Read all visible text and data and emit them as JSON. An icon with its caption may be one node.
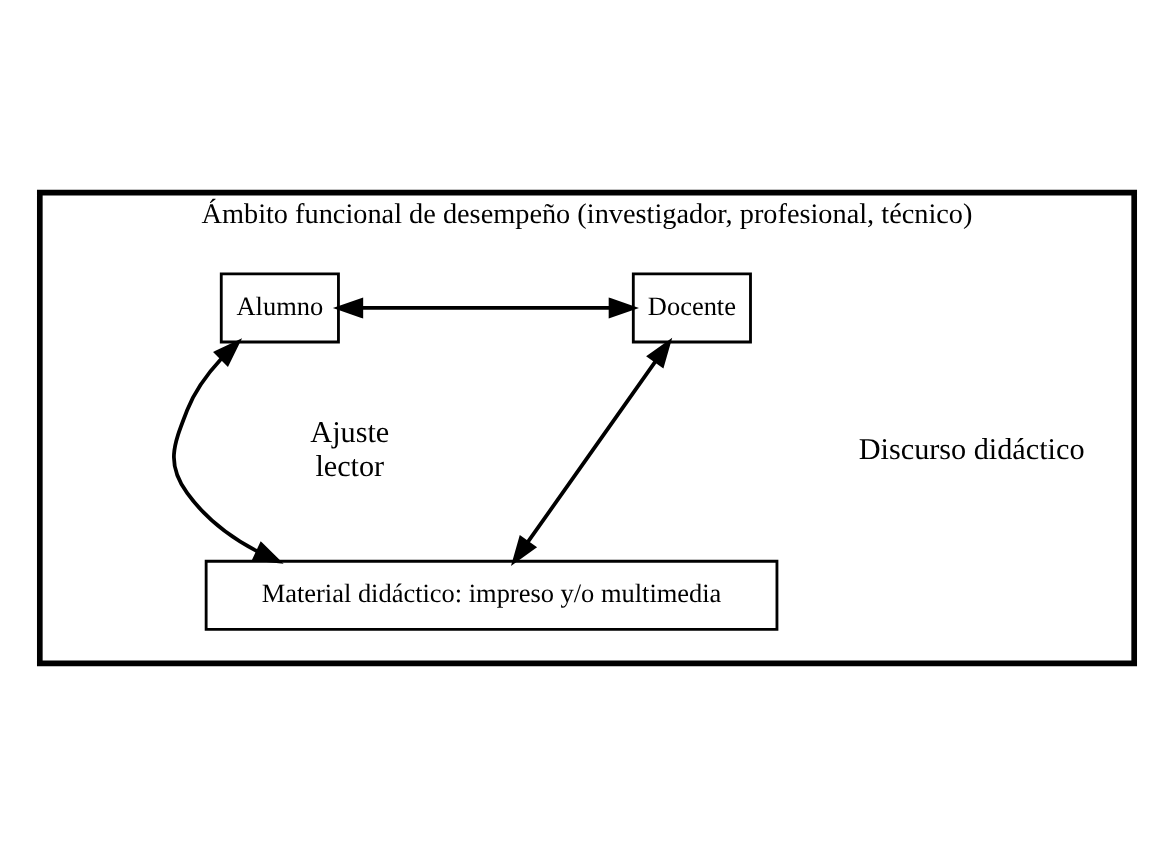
{
  "diagram": {
    "nodes": [
      {
        "text": [
          "Ámbito funcional de desempeño (investigador, profesional, técnico)"
        ]
      },
      {
        "text": [
          "Docente"
        ],
        "in": 0
      },
      {
        "text": [
          "Alumno"
        ],
        "in": 0
      },
      {
        "text": [
          "Material didáctico: impreso y/o multimedia"
        ],
        "in": 0
      }
    ],
    "edges": [
      {
        "from": 1,
        "to": 2,
        "arrow": "both"
      },
      {
        "from": 1,
        "to": 3,
        "arrow": "both"
      },
      {
        "from": 2,
        "to": 3,
        "arrow": "both"
      }
    ],
    "labels": [
      "Discurso didáctico",
      "Ajuste lector"
    ]
  }
}
